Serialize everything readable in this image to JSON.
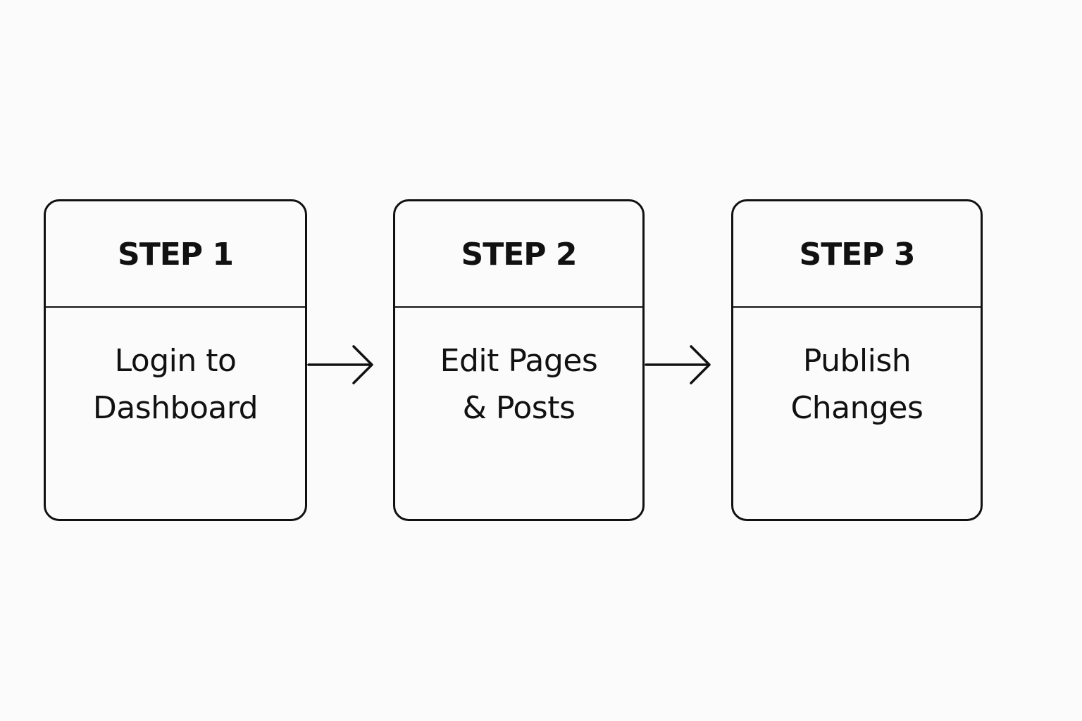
{
  "diagram": {
    "steps": [
      {
        "title": "STEP 1",
        "lines": [
          "Login to",
          "Dashboard"
        ]
      },
      {
        "title": "STEP 2",
        "lines": [
          "Edit Pages",
          "& Posts"
        ]
      },
      {
        "title": "STEP 3",
        "lines": [
          "Publish",
          "Changes"
        ]
      }
    ],
    "colors": {
      "stroke": "#111111",
      "background": "#fbfbfb"
    },
    "icons": {
      "connector": "arrow-right-icon"
    }
  }
}
